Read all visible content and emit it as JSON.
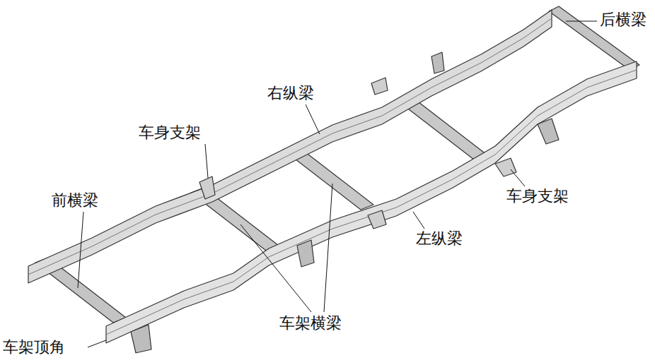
{
  "diagram": {
    "labels": [
      "后横梁",
      "右纵梁",
      "车身支架",
      "前横梁",
      "车身支架",
      "左纵梁",
      "车架横梁",
      "车架顶角"
    ]
  }
}
